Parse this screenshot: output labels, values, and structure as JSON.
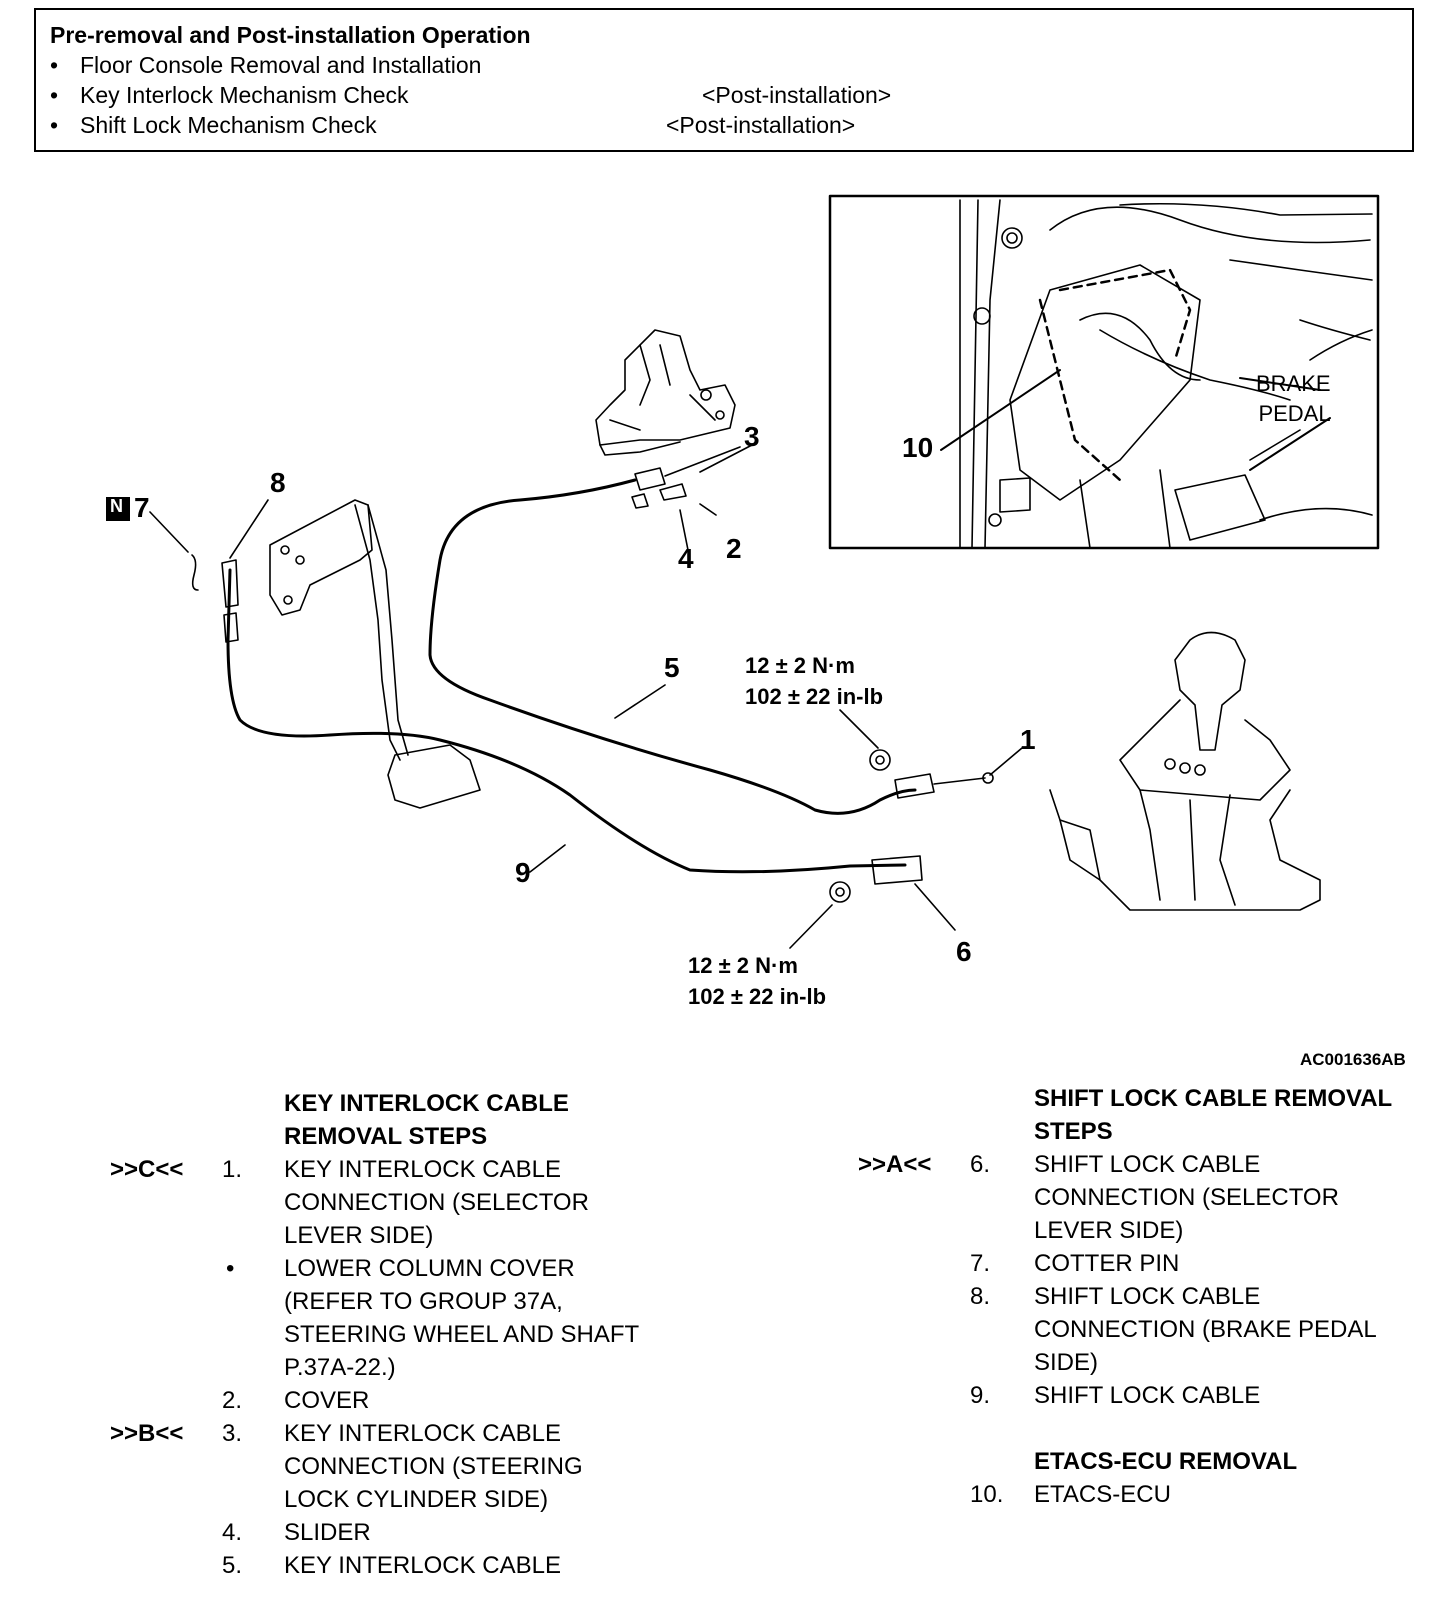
{
  "prereq": {
    "title": "Pre-removal and Post-installation Operation",
    "items": [
      {
        "text": "Floor Console Removal and Installation",
        "when": ""
      },
      {
        "text": "Key Interlock Mechanism Check",
        "when": "<Post-installation>"
      },
      {
        "text": "Shift Lock Mechanism Check",
        "when": "<Post-installation>"
      }
    ]
  },
  "diagram": {
    "callouts": {
      "c1": "1",
      "c2": "2",
      "c3": "3",
      "c4": "4",
      "c5": "5",
      "c6": "6",
      "c7": "7",
      "c8": "8",
      "c9": "9",
      "c10": "10"
    },
    "n_marker": "N",
    "torque_upper": {
      "metric": "12 ± 2 N·m",
      "imperial": "102 ± 22 in-lb"
    },
    "torque_lower": {
      "metric": "12 ± 2 N·m",
      "imperial": "102 ± 22 in-lb"
    },
    "inset_label": {
      "line1": "BRAKE",
      "line2": "PEDAL"
    },
    "figure_id": "AC001636AB"
  },
  "left_steps": {
    "title_line1": "KEY INTERLOCK CABLE",
    "title_line2": "REMOVAL STEPS",
    "items": [
      {
        "mark": ">>C<<",
        "num": "1.",
        "lines": [
          "KEY INTERLOCK CABLE",
          "CONNECTION (SELECTOR",
          "LEVER SIDE)"
        ]
      },
      {
        "mark": "",
        "num": "•",
        "lines": [
          "LOWER COLUMN COVER",
          "(REFER TO GROUP 37A,",
          "STEERING WHEEL AND SHAFT",
          "P.37A-22.)"
        ]
      },
      {
        "mark": "",
        "num": "2.",
        "lines": [
          "COVER"
        ]
      },
      {
        "mark": ">>B<<",
        "num": "3.",
        "lines": [
          "KEY INTERLOCK CABLE",
          "CONNECTION (STEERING",
          "LOCK CYLINDER SIDE)"
        ]
      },
      {
        "mark": "",
        "num": "4.",
        "lines": [
          "SLIDER"
        ]
      },
      {
        "mark": "",
        "num": "5.",
        "lines": [
          "KEY INTERLOCK CABLE"
        ]
      }
    ]
  },
  "right_steps": {
    "title_line1": "SHIFT LOCK CABLE REMOVAL",
    "title_line2": "STEPS",
    "items": [
      {
        "mark": ">>A<<",
        "num": "6.",
        "lines": [
          "SHIFT LOCK CABLE",
          "CONNECTION (SELECTOR",
          "LEVER SIDE)"
        ]
      },
      {
        "mark": "",
        "num": "7.",
        "lines": [
          "COTTER PIN"
        ]
      },
      {
        "mark": "",
        "num": "8.",
        "lines": [
          "SHIFT LOCK CABLE",
          "CONNECTION (BRAKE PEDAL",
          "SIDE)"
        ]
      },
      {
        "mark": "",
        "num": "9.",
        "lines": [
          "SHIFT LOCK CABLE"
        ]
      }
    ],
    "etacs_title": "ETACS-ECU REMOVAL",
    "etacs_item": {
      "num": "10.",
      "text": "ETACS-ECU"
    }
  }
}
